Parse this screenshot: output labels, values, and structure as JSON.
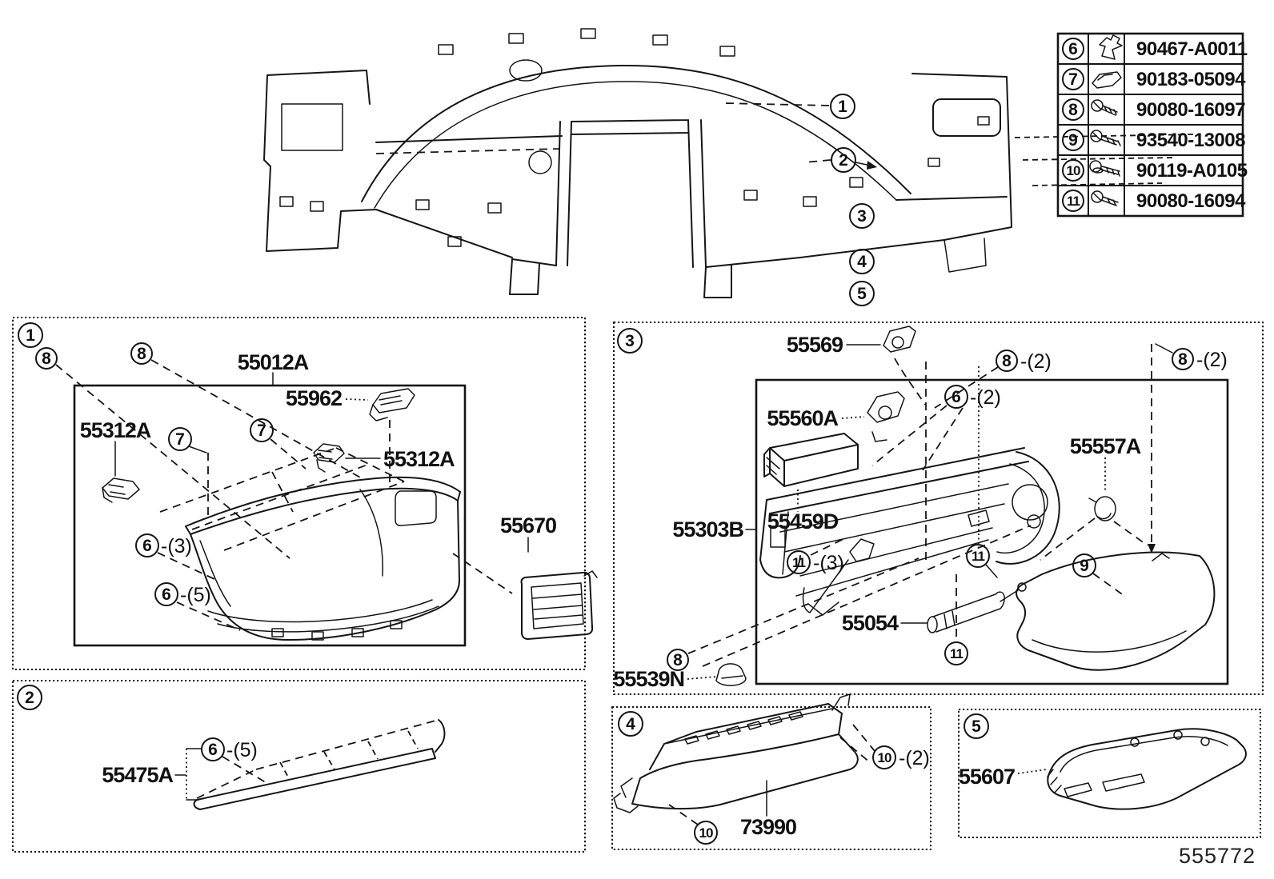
{
  "footer": {
    "code": "555772"
  },
  "table": {
    "rows": [
      {
        "ref": "6",
        "icon": "push-clip-icon",
        "part": "90467-A0011"
      },
      {
        "ref": "7",
        "icon": "spring-clip-icon",
        "part": "90183-05094"
      },
      {
        "ref": "8",
        "icon": "screw-icon",
        "part": "90080-16097"
      },
      {
        "ref": "9",
        "icon": "screw-icon",
        "part": "93540-13008"
      },
      {
        "ref": "10",
        "icon": "screw-icon",
        "part": "90119-A0105"
      },
      {
        "ref": "11",
        "icon": "screw-icon",
        "part": "90080-16094"
      }
    ]
  },
  "main": {
    "callouts": [
      "1",
      "2",
      "3",
      "4",
      "5"
    ]
  },
  "box1": {
    "callout": "1",
    "ref8a": "8",
    "ref8b": "8",
    "ref7a": "7",
    "ref7b": "7",
    "ref6a": "6",
    "qty6a": "-(3)",
    "ref6b": "6",
    "qty6b": "-(5)",
    "part_main": "55012A",
    "part_register": "55962",
    "part_clip_left": "55312A",
    "part_clip_right": "55312A",
    "part_vent": "55670"
  },
  "box2": {
    "callout": "2",
    "part": "55475A",
    "ref6": "6",
    "qty6": "-(5)"
  },
  "box3": {
    "callout": "3",
    "part_55569": "55569",
    "ref8a": "8",
    "qty8a": "-(2)",
    "ref8b": "8",
    "qty8b": "-(2)",
    "ref6": "6",
    "qty6": "-(2)",
    "part_55560A": "55560A",
    "part_55557A": "55557A",
    "part_55459D": "55459D",
    "part_55303B": "55303B",
    "ref11a": "11",
    "qty11a": "-(3)",
    "ref11b": "11",
    "ref9": "9",
    "part_55054": "55054",
    "ref11c": "11",
    "ref8c": "8",
    "part_55539N": "55539N"
  },
  "box4": {
    "callout": "4",
    "part": "73990",
    "ref10a": "10",
    "ref10b": "10",
    "qty10b": "-(2)"
  },
  "box5": {
    "callout": "5",
    "part": "55607"
  }
}
